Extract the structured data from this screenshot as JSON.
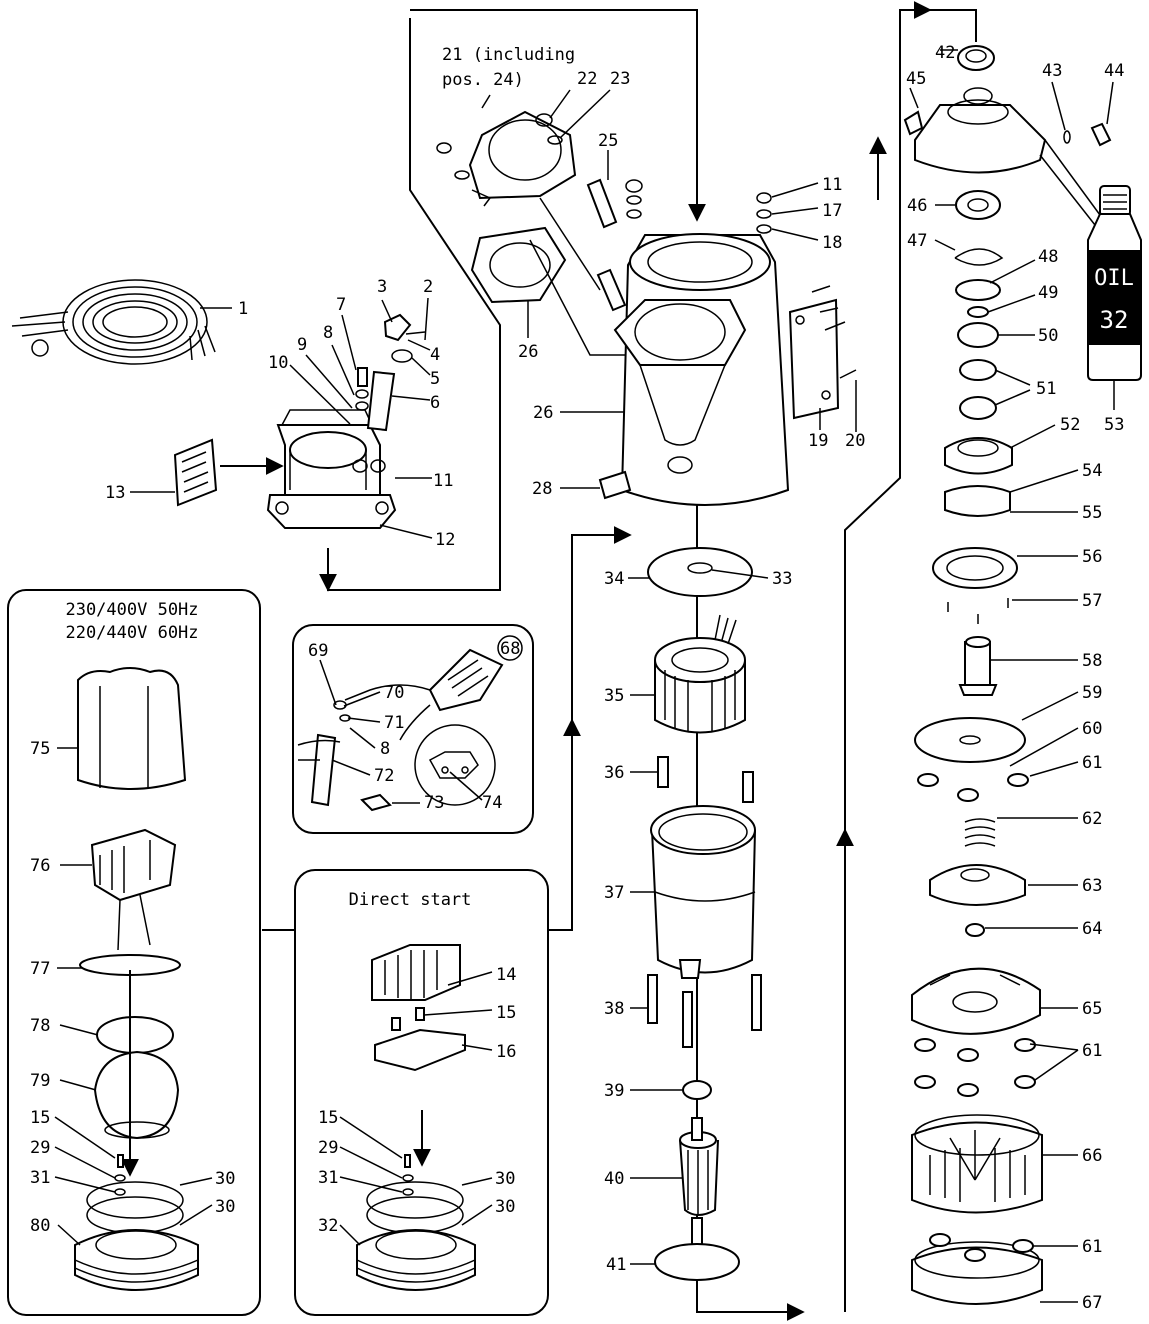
{
  "text": {
    "note_21_a": "21 (including",
    "note_21_b": "pos. 24)",
    "voltage_1": "230/400V 50Hz",
    "voltage_2": "220/440V 60Hz",
    "direct_start": "Direct start",
    "oil_brand": "OIL",
    "oil_grade": "32"
  },
  "labels": {
    "l1": "1",
    "l2": "2",
    "l3": "3",
    "l4": "4",
    "l5": "5",
    "l6": "6",
    "l7": "7",
    "l8": "8",
    "l9": "9",
    "l10": "10",
    "l11a": "11",
    "l11b": "11",
    "l12": "12",
    "l13": "13",
    "l14": "14",
    "l15a": "15",
    "l15b": "15",
    "l15c": "15",
    "l16": "16",
    "l17": "17",
    "l18": "18",
    "l19": "19",
    "l20": "20",
    "l22": "22",
    "l23": "23",
    "l25": "25",
    "l26a": "26",
    "l26b": "26",
    "l28": "28",
    "l29a": "29",
    "l29b": "29",
    "l30a": "30",
    "l30b": "30",
    "l30c": "30",
    "l30d": "30",
    "l31a": "31",
    "l31b": "31",
    "l32": "32",
    "l33": "33",
    "l34": "34",
    "l35": "35",
    "l36": "36",
    "l37": "37",
    "l38": "38",
    "l39": "39",
    "l40": "40",
    "l41": "41",
    "l42": "42",
    "l43": "43",
    "l44": "44",
    "l45": "45",
    "l46": "46",
    "l47": "47",
    "l48": "48",
    "l49": "49",
    "l50": "50",
    "l51": "51",
    "l52": "52",
    "l53": "53",
    "l54": "54",
    "l55": "55",
    "l56": "56",
    "l57": "57",
    "l58": "58",
    "l59": "59",
    "l60": "60",
    "l61a": "61",
    "l61b": "61",
    "l61c": "61",
    "l62": "62",
    "l63": "63",
    "l64": "64",
    "l65": "65",
    "l66": "66",
    "l67": "67",
    "l68": "68",
    "l69": "69",
    "l70": "70",
    "l71": "71",
    "l72": "72",
    "l73": "73",
    "l74": "74",
    "l75": "75",
    "l76": "76",
    "l77": "77",
    "l78": "78",
    "l79": "79",
    "l80": "80",
    "l8b": "8"
  }
}
